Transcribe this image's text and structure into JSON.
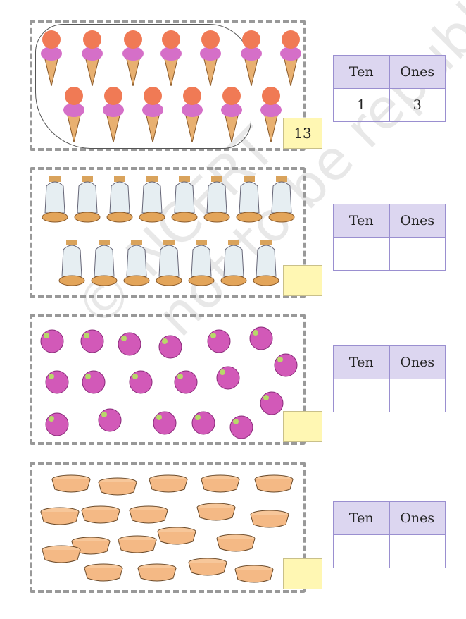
{
  "watermark": [
    "© NCERT",
    "not to be republished"
  ],
  "exercises": [
    {
      "picture": "ice-creams",
      "answer": "13",
      "table": {
        "headers": [
          "Ten",
          "Ones"
        ],
        "values": [
          "1",
          "3"
        ]
      }
    },
    {
      "picture": "lanterns",
      "answer": "",
      "table": {
        "headers": [
          "Ten",
          "Ones"
        ],
        "values": [
          "",
          ""
        ]
      }
    },
    {
      "picture": "onions",
      "answer": "",
      "table": {
        "headers": [
          "Ten",
          "Ones"
        ],
        "values": [
          "",
          ""
        ]
      }
    },
    {
      "picture": "bowls",
      "answer": "",
      "table": {
        "headers": [
          "Ten",
          "Ones"
        ],
        "values": [
          "",
          ""
        ]
      }
    }
  ]
}
